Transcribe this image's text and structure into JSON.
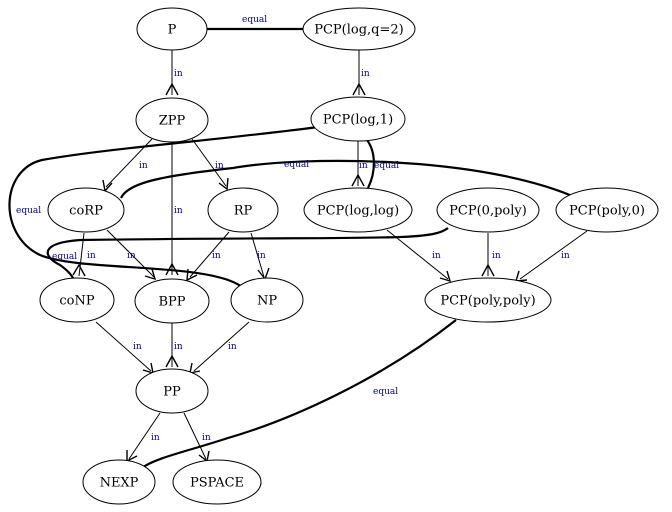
{
  "nodes": {
    "P": "P",
    "PCP_log_q2": "PCP(log,q=2)",
    "ZPP": "ZPP",
    "PCP_log_1": "PCP(log,1)",
    "coRP": "coRP",
    "RP": "RP",
    "PCP_log_log": "PCP(log,log)",
    "PCP_0_poly": "PCP(0,poly)",
    "PCP_poly_0": "PCP(poly,0)",
    "coNP": "coNP",
    "BPP": "BPP",
    "NP": "NP",
    "PCP_poly_poly": "PCP(poly,poly)",
    "PP": "PP",
    "NEXP": "NEXP",
    "PSPACE": "PSPACE"
  },
  "edges": {
    "P_PCPlogq2": "equal",
    "P_ZPP": "in",
    "PCPlogq2_PCPlog1": "in",
    "ZPP_coRP": "in",
    "ZPP_BPP": "in",
    "ZPP_RP": "in",
    "PCPlog1_PCPloglog": "in",
    "PCPlog1_PCPloglog_eq": "equal",
    "PCPlog1_NP": "equal",
    "PCPpoly0_coRP": "equal",
    "PCP0poly_coNP": "equal",
    "coRP_coNP": "in",
    "coRP_BPP": "in",
    "RP_BPP": "in",
    "RP_NP": "in",
    "PCPloglog_PCPpolypoly": "in",
    "PCP0poly_PCPpolypoly": "in",
    "PCPpoly0_PCPpolypoly": "in",
    "coNP_PP": "in",
    "BPP_PP": "in",
    "NP_PP": "in",
    "PP_NEXP": "in",
    "PP_PSPACE": "in",
    "PCPpolypoly_NEXP": "equal"
  }
}
